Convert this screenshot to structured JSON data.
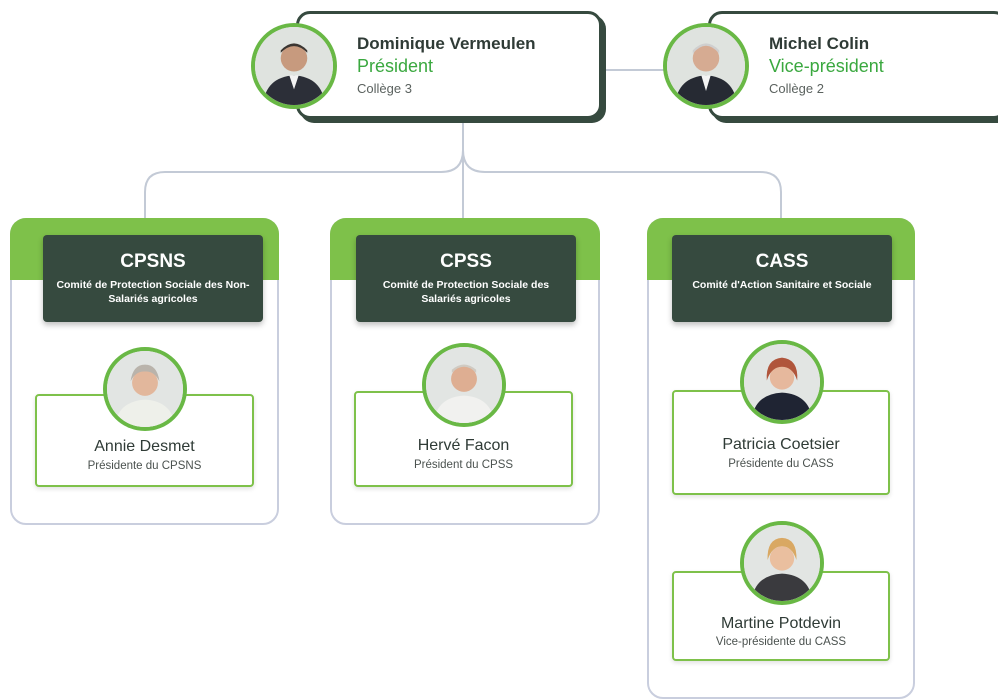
{
  "leaders": {
    "president": {
      "name": "Dominique Vermeulen",
      "role": "Président",
      "college": "Collège 3"
    },
    "vice": {
      "name": "Michel Colin",
      "role": "Vice-président",
      "college": "Collège 2"
    }
  },
  "committees": [
    {
      "acronym": "CPSNS",
      "fullname": "Comité de Protection Sociale des Non-Salariés agricoles",
      "members": [
        {
          "name": "Annie Desmet",
          "role": "Présidente du CPSNS"
        }
      ]
    },
    {
      "acronym": "CPSS",
      "fullname": "Comité de Protection Sociale des Salariés agricoles",
      "members": [
        {
          "name": "Hervé Facon",
          "role": "Président du CPSS"
        }
      ]
    },
    {
      "acronym": "CASS",
      "fullname": "Comité d'Action Sanitaire et Sociale",
      "members": [
        {
          "name": "Patricia Coetsier",
          "role": "Présidente du CASS"
        },
        {
          "name": "Martine Potdevin",
          "role": "Vice-présidente du CASS"
        }
      ]
    }
  ],
  "colors": {
    "dark": "#364a3f",
    "accent_green": "#7ec14a",
    "role_green": "#3aa83f",
    "connector": "#c9cede"
  }
}
